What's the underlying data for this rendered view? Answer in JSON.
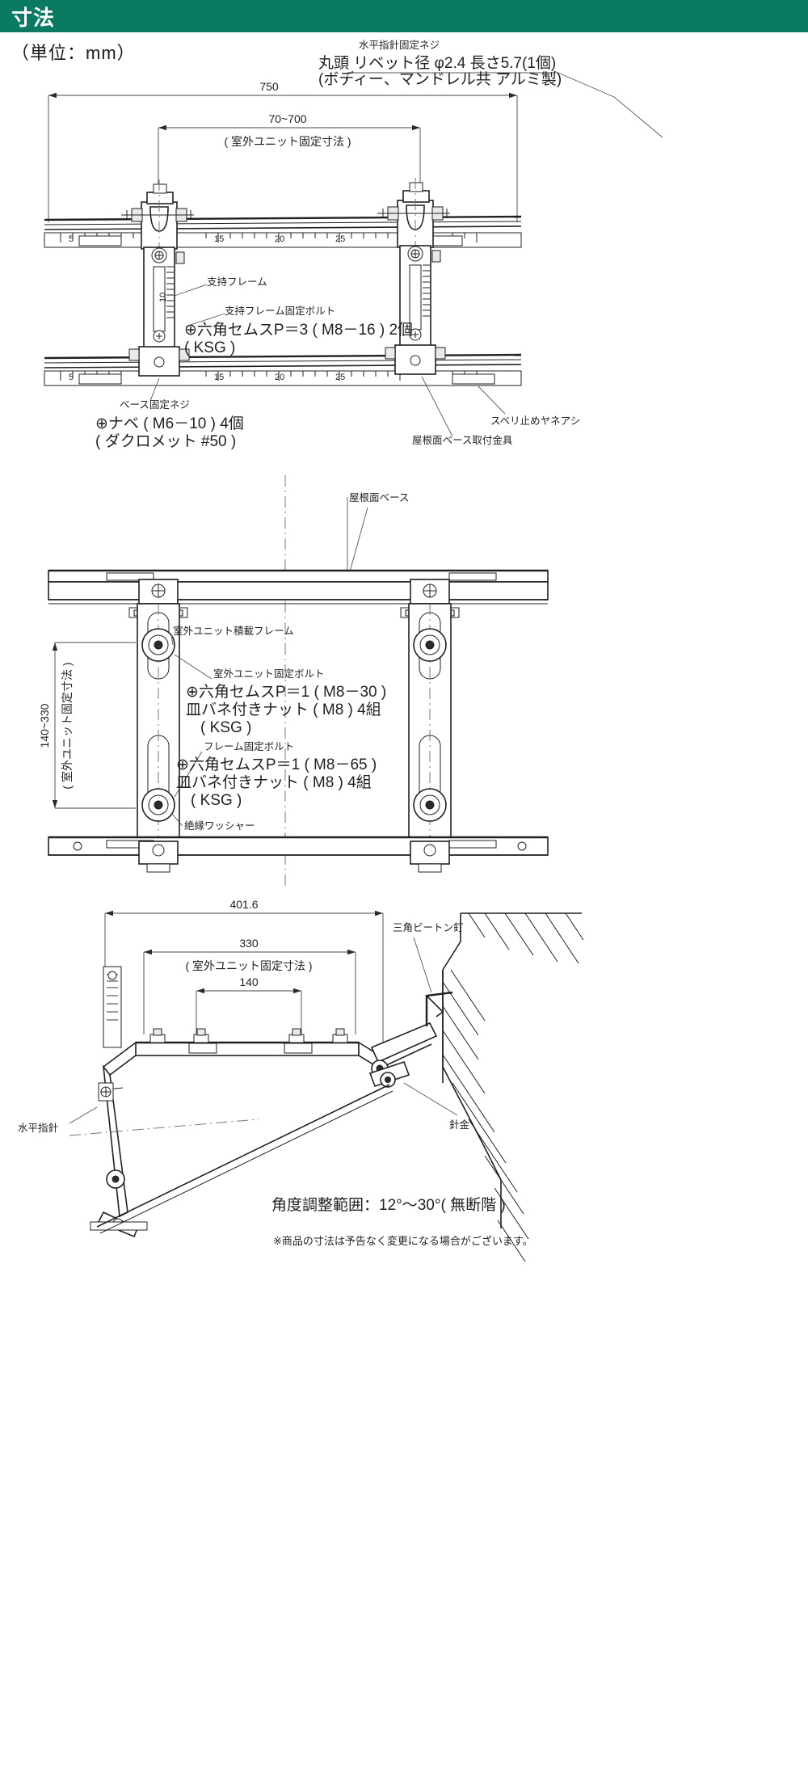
{
  "header": {
    "title": "寸法"
  },
  "unit_note": "（単位：mm）",
  "figure1": {
    "top_annotation": {
      "line1": "水平指針固定ネジ",
      "line2": "丸頭 リベット径 φ2.4 長さ5.7(1個)",
      "line3": "(ボディー、マンドレル共 アルミ製)"
    },
    "dim_overall": "750",
    "dim_inner": "70~700",
    "dim_inner_note": "( 室外ユニット固定寸法 )",
    "labels": {
      "support_frame": "支持フレーム",
      "support_frame_bolt": "支持フレーム固定ボルト",
      "support_frame_bolt_spec1": "⊕六角セムスP＝3 ( M8－16 ) 2個",
      "support_frame_bolt_spec2": "( KSG )",
      "base_screw": "ベース固定ネジ",
      "base_screw_spec1": "⊕ナベ ( M6－10 ) 4個",
      "base_screw_spec2": "( ダクロメット #50 )",
      "roof_base_fitting": "屋根面ベース取付金具",
      "anti_slip": "スベリ止めヤネアシ"
    }
  },
  "figure2": {
    "roof_base_label": "屋根面ベース",
    "dim_vertical": "140~330",
    "dim_vertical_note": "( 室外ユニット固定寸法 )",
    "labels": {
      "unit_mount_frame": "室外ユニット積載フレーム",
      "unit_fix_bolt": "室外ユニット固定ボルト",
      "unit_fix_bolt_spec1": "⊕六角セムスP＝1 ( M8－30 )",
      "unit_fix_bolt_spec2": "皿バネ付きナット ( M8 ) 4組",
      "unit_fix_bolt_spec3": "( KSG )",
      "frame_fix_bolt": "フレーム固定ボルト",
      "frame_fix_bolt_spec1": "⊕六角セムスP＝1 ( M8－65 )",
      "frame_fix_bolt_spec2": "皿バネ付きナット ( M8 ) 4組",
      "frame_fix_bolt_spec3": "( KSG )",
      "insulating_washer": "絶縁ワッシャー"
    }
  },
  "figure3": {
    "dim_overall": "401.6",
    "dim_330": "330",
    "dim_330_note": "( 室外ユニット固定寸法 )",
    "dim_140": "140",
    "labels": {
      "triangle_beaton_nail": "三角ビートン釘",
      "horizontal_pointer": "水平指針",
      "wire": "針金"
    }
  },
  "footer": {
    "angle_range": "角度調整範囲：12°～30°( 無断階 )",
    "disclaimer": "※商品の寸法は予告なく変更になる場合がございます。"
  }
}
